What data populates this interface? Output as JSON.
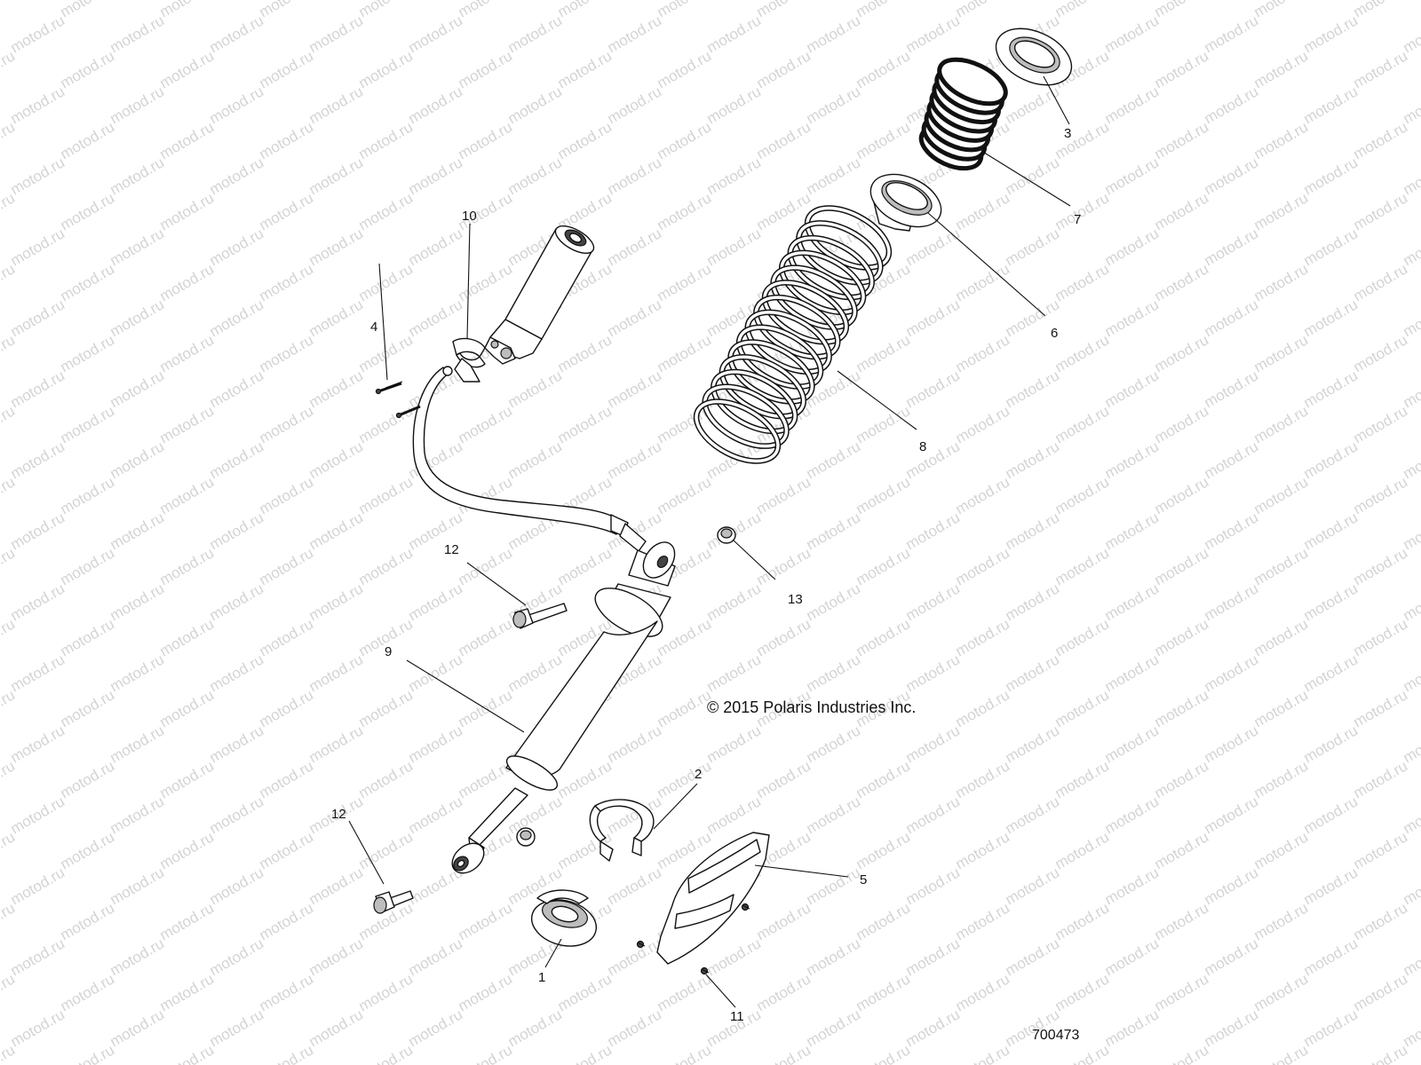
{
  "watermark": {
    "text": "motod.ru"
  },
  "copyright": "© 2015 Polaris Industries Inc.",
  "drawing_number": "700473",
  "callouts": [
    {
      "id": "c1",
      "label": "1"
    },
    {
      "id": "c2",
      "label": "2"
    },
    {
      "id": "c3",
      "label": "3"
    },
    {
      "id": "c4",
      "label": "4"
    },
    {
      "id": "c5",
      "label": "5"
    },
    {
      "id": "c6",
      "label": "6"
    },
    {
      "id": "c7",
      "label": "7"
    },
    {
      "id": "c8",
      "label": "8"
    },
    {
      "id": "c9",
      "label": "9"
    },
    {
      "id": "c10",
      "label": "10"
    },
    {
      "id": "c11",
      "label": "11"
    },
    {
      "id": "c12a",
      "label": "12"
    },
    {
      "id": "c12b",
      "label": "12"
    },
    {
      "id": "c13",
      "label": "13"
    }
  ]
}
